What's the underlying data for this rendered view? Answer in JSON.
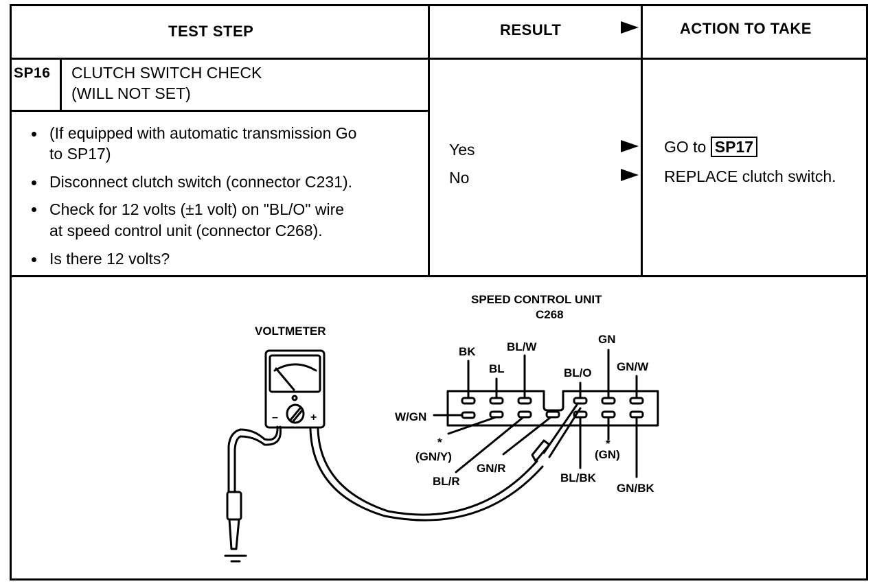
{
  "table": {
    "headers": {
      "test_step": "TEST STEP",
      "result": "RESULT",
      "action": "ACTION TO TAKE"
    },
    "step": {
      "id": "SP16",
      "title_line1": "CLUTCH SWITCH CHECK",
      "title_line2": "(WILL NOT SET)"
    },
    "instructions": [
      {
        "line1": "(If equipped with automatic transmission Go",
        "line2": "to SP17)"
      },
      {
        "line1": "Disconnect clutch switch (connector C231).",
        "line2": ""
      },
      {
        "line1": "Check for 12 volts (±1 volt) on \"BL/O\" wire",
        "line2": "at speed control unit (connector C268)."
      },
      {
        "line1": "Is there 12 volts?",
        "line2": ""
      }
    ],
    "results": [
      {
        "label": "Yes",
        "action_prefix": "GO to",
        "action_ref": "SP17"
      },
      {
        "label": "No",
        "action_text": "REPLACE clutch switch."
      }
    ]
  },
  "diagram": {
    "voltmeter_label": "VOLTMETER",
    "meter_zero_label": "0",
    "meter_neg_label": "–",
    "meter_pos_label": "+",
    "unit_title": "SPEED CONTROL UNIT",
    "unit_connector": "C268",
    "top_wires": [
      "BK",
      "BL",
      "BL/W",
      "BL/O",
      "GN",
      "GN/W"
    ],
    "left_wire": "W/GN",
    "bottom_wires": [
      "(GN/Y)",
      "BL/R",
      "GN/R",
      "BL/BK",
      "(GN)",
      "GN/BK"
    ],
    "asterisk": "*"
  }
}
